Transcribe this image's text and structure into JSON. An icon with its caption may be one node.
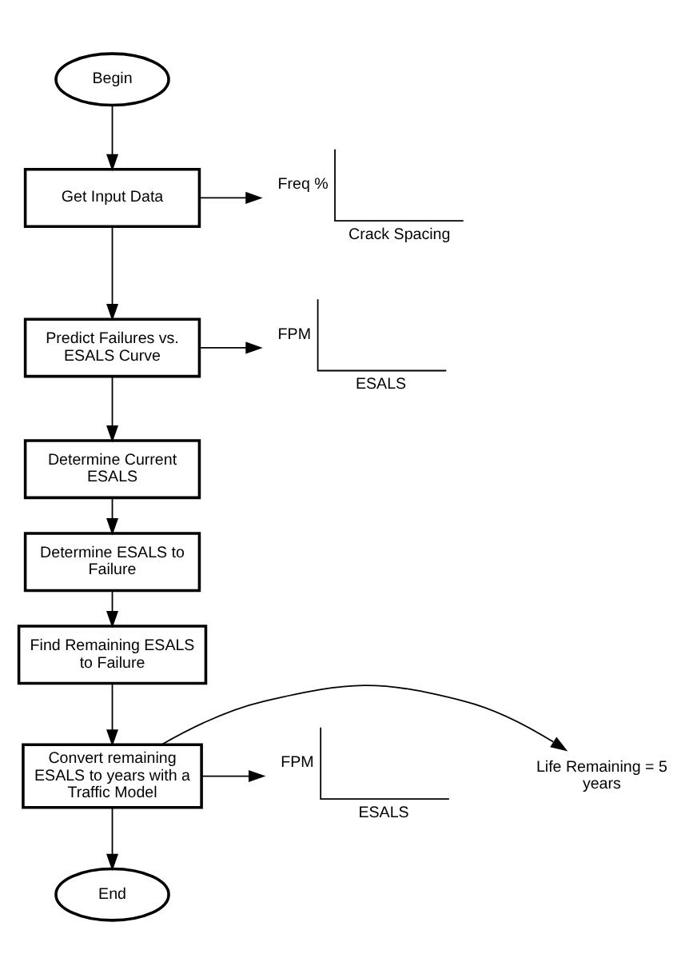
{
  "diagram": {
    "nodes": [
      {
        "text": [
          "Begin"
        ]
      },
      {
        "text": [
          "Get Input Data"
        ]
      },
      {
        "text": [
          "Predict Failures vs. ESALS Curve"
        ]
      },
      {
        "text": [
          "Determine Current ESALS"
        ]
      },
      {
        "text": [
          "Determine ESALS to Failure"
        ]
      },
      {
        "text": [
          "Find Remaining ESALS to Failure"
        ]
      },
      {
        "text": [
          "Convert remaining ESALS to years with a Traffic Model"
        ]
      },
      {
        "text": [
          "End"
        ]
      },
      {
        "text": [
          "Freq %",
          "Crack Spacing"
        ]
      },
      {
        "text": [
          "FPM",
          "ESALS"
        ]
      },
      {
        "text": [
          "FPM",
          "ESALS"
        ]
      },
      {
        "text": [
          "Life Remaining = 5 years"
        ]
      }
    ],
    "edges": [
      {
        "from": 0,
        "to": 1,
        "arrow": "to"
      },
      {
        "from": 1,
        "to": 2,
        "arrow": "to"
      },
      {
        "from": 2,
        "to": 3,
        "arrow": "to"
      },
      {
        "from": 3,
        "to": 4,
        "arrow": "to"
      },
      {
        "from": 4,
        "to": 5,
        "arrow": "to"
      },
      {
        "from": 5,
        "to": 6,
        "arrow": "to"
      },
      {
        "from": 6,
        "to": 7,
        "arrow": "to"
      },
      {
        "from": 1,
        "to": 8,
        "arrow": "to"
      },
      {
        "from": 2,
        "to": 9,
        "arrow": "to"
      },
      {
        "from": 6,
        "to": 10,
        "arrow": "to"
      },
      {
        "from": 6,
        "to": 11,
        "arrow": "to"
      }
    ]
  }
}
